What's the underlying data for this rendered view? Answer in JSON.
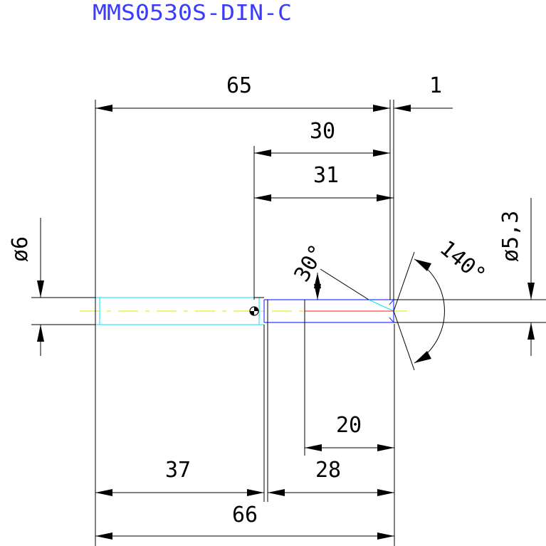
{
  "title": "MMS0530S-DIN-C",
  "colors": {
    "title": "#3b3bff",
    "dimension": "#000000",
    "outline_cyan": "#00e5ff",
    "outline_blue": "#2a3cff",
    "centerline": "#e6e600",
    "flute": "#ff1a1a"
  },
  "icons": {
    "center_mark": "cog-symbol"
  },
  "dimensions": {
    "length_65": "65",
    "offset_1": "1",
    "length_30": "30",
    "length_31": "31",
    "diameter_6": "ø6",
    "diameter_5_3": "ø5,3",
    "angle_30": "30°",
    "angle_140": "140°",
    "length_20": "20",
    "length_37": "37",
    "length_28": "28",
    "length_66": "66"
  }
}
